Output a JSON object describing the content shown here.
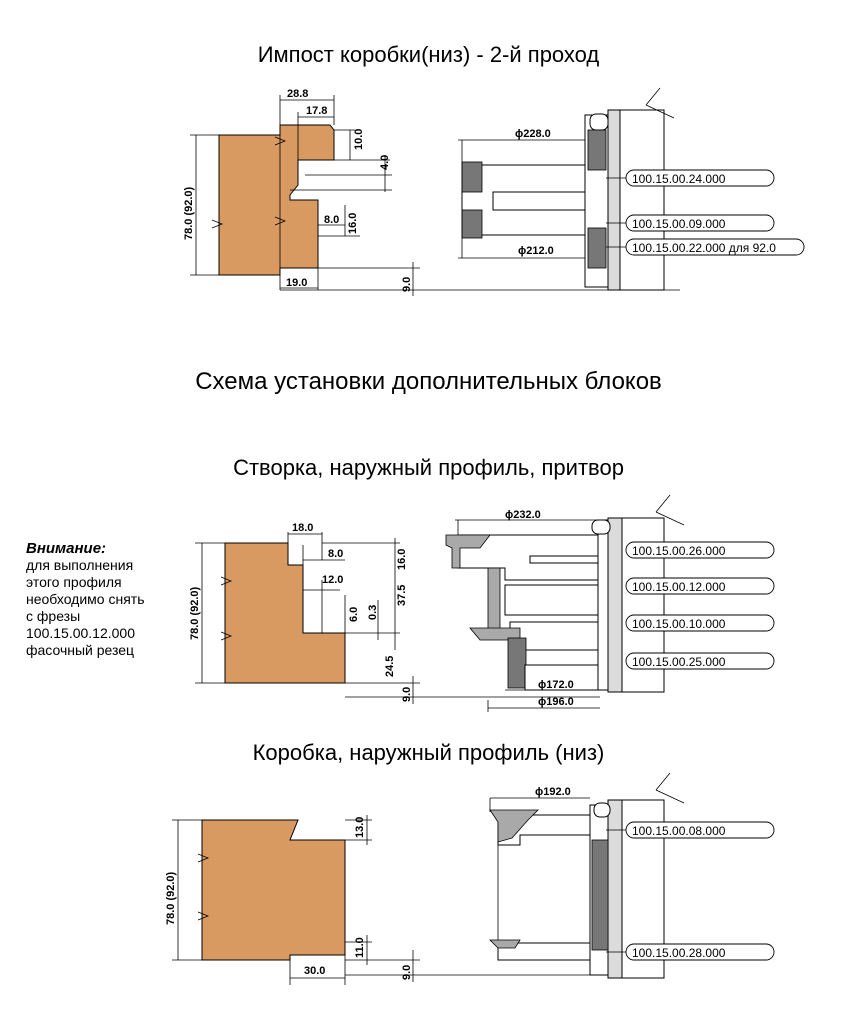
{
  "titles": {
    "impost": "Импост коробки(низ) - 2-й проход",
    "scheme": "Схема установки дополнительных блоков",
    "stvorka": "Створка, наружный профиль, притвор",
    "korobka": "Коробка, наружный  профиль (низ)"
  },
  "warning": {
    "heading": "Внимание:",
    "lines": [
      "для выполнения",
      "этого профиля",
      "необходимо снять",
      "с фрезы",
      "100.15.00.12.000",
      "фасочный резец"
    ]
  },
  "impost": {
    "dims": {
      "d1": "28.8",
      "d2": "17.8",
      "d3": "10.0",
      "d4": "4.0",
      "d5": "8.0",
      "d6": "16.0",
      "d7": "78.0 (92.0)",
      "d8": "19.0",
      "d9": "9.0",
      "dia1": "ϕ228.0",
      "dia2": "ϕ212.0"
    },
    "parts": [
      "100.15.00.24.000",
      "100.15.00.09.000",
      "100.15.00.22.000 для 92.0"
    ]
  },
  "stvorka": {
    "dims": {
      "d1": "18.0",
      "d2": "8.0",
      "d3": "16.0",
      "d4": "12.0",
      "d5": "37.5",
      "d6": "6.0",
      "d7": "0.3",
      "d8": "24.5",
      "d9": "78.0 (92.0)",
      "d10": "9.0",
      "dia1": "ϕ232.0",
      "dia2": "ϕ172.0",
      "dia3": "ϕ196.0"
    },
    "parts": [
      "100.15.00.26.000",
      "100.15.00.12.000",
      "100.15.00.10.000",
      "100.15.00.25.000"
    ]
  },
  "korobka": {
    "dims": {
      "d1": "13.0",
      "d2": "78.0 (92.0)",
      "d3": "11.0",
      "d4": "30.0",
      "d5": "9.0",
      "dia1": "ϕ192.0"
    },
    "parts": [
      "100.15.00.08.000",
      "100.15.00.28.000"
    ]
  }
}
